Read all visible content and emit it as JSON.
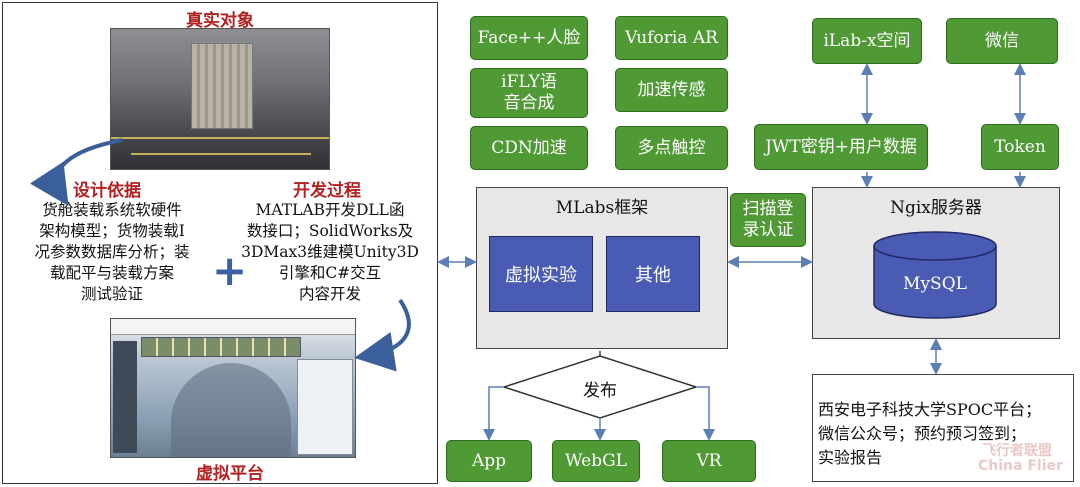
{
  "left_panel": {
    "real_object_title": "真实对象",
    "design_basis_title": "设计依据",
    "design_basis_lines": [
      "货舱装载系统软硬件",
      "架构模型；货物装载I",
      "况参数数据库分析；装",
      "载配平与装载方案",
      "测试验证"
    ],
    "dev_process_title": "开发过程",
    "dev_process_lines": [
      "MATLAB开发DLL函",
      "数接口；SolidWorks及",
      "3DMax3维建模Unity3D",
      "引擎和C#交互",
      "内容开发"
    ],
    "virtual_platform_title": "虚拟平台",
    "plus_symbol": "+"
  },
  "services": {
    "face": "Face++人脸",
    "vuforia": "Vuforia AR",
    "ifly": [
      "iFLY语",
      "音合成"
    ],
    "accel": "加速传感",
    "cdn": "CDN加速",
    "multitouch": "多点触控",
    "ilab": "iLab-x空间",
    "wechat": "微信",
    "jwt": "JWT密钥+用户数据",
    "token": "Token"
  },
  "mlabs": {
    "title": "MLabs框架",
    "virtual_exp": "虚拟实验",
    "other": "其他"
  },
  "scan_login": [
    "扫描登",
    "录认证"
  ],
  "ngix": {
    "title": "Ngix服务器",
    "db": "MySQL"
  },
  "publish": "发布",
  "outputs": {
    "app": "App",
    "webgl": "WebGL",
    "vr": "VR"
  },
  "platform_lines": [
    "西安电子科技大学SPOC平台；",
    "微信公众号；预约预习签到；",
    "实验报告"
  ],
  "watermark": {
    "line1": "飞行者联盟",
    "line2": "China Flier"
  },
  "colors": {
    "green": "#4f9a35",
    "blue_box": "#4a5bb3",
    "title_red": "#b22222",
    "arrow_blue": "#5b7fb5"
  }
}
